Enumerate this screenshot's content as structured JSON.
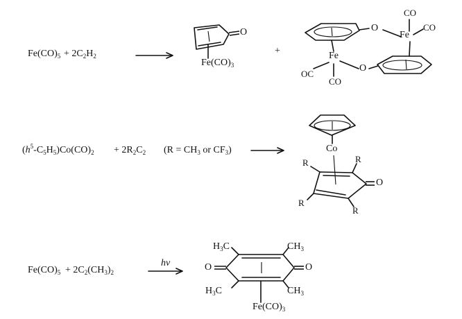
{
  "reaction1": {
    "reagent_1": "Fe(CO)",
    "reagent_1_sub": "5",
    "reagent_2": "2C",
    "reagent_2_sub_a": "2",
    "reagent_2_mid": "H",
    "reagent_2_sub_b": "2",
    "plus": "+",
    "product1_oxo": "O",
    "product1_metal": "Fe(CO)",
    "product1_metal_sub": "3",
    "product_plus": "+",
    "dimer_o_top": "O",
    "dimer_fe_top": "Fe",
    "dimer_co_top_1": "CO",
    "dimer_co_top_2": "CO",
    "dimer_fe_bottom": "Fe",
    "dimer_o_bottom": "O",
    "dimer_co_bottom_1": "OC",
    "dimer_co_bottom_2": "CO"
  },
  "reaction2": {
    "reagent_1_open": "(",
    "reagent_1_h": "h",
    "reagent_1_h_sup": "5",
    "reagent_1_c": "-C",
    "reagent_1_c_sub": "5",
    "reagent_1_hh": "H",
    "reagent_1_hh_sub": "5",
    "reagent_1_rest": ")Co(CO)",
    "reagent_1_rest_sub": "2",
    "reagent_2": "+ 2R",
    "reagent_2_sub_a": "2",
    "reagent_2_c": "C",
    "reagent_2_sub_b": "2",
    "condition_open": "(R = CH",
    "condition_sub_a": "3",
    "condition_mid": " or CF",
    "condition_sub_b": "3",
    "condition_close": ")",
    "product_metal": "Co",
    "product_r_1": "R",
    "product_r_2": "R",
    "product_r_3": "R",
    "product_r_4": "R",
    "product_oxo": "O"
  },
  "reaction3": {
    "reagent_1": "Fe(CO)",
    "reagent_1_sub": "5",
    "reagent_2": "+ 2C",
    "reagent_2_sub": "2",
    "reagent_2_rest": "(CH",
    "reagent_2_sub_b": "3",
    "reagent_2_close": ")",
    "reagent_2_sub_c": "2",
    "condition": "hv",
    "product_me_tl_a": "H",
    "product_me_tl_sub": "3",
    "product_me_tl_b": "C",
    "product_me_tr_a": "CH",
    "product_me_tr_sub": "3",
    "product_me_bl_a": "H",
    "product_me_bl_sub": "3",
    "product_me_bl_b": "C",
    "product_me_br_a": "CH",
    "product_me_br_sub": "3",
    "product_oxo_left": "O",
    "product_oxo_right": "O",
    "product_metal": "Fe(CO)",
    "product_metal_sub": "3"
  }
}
